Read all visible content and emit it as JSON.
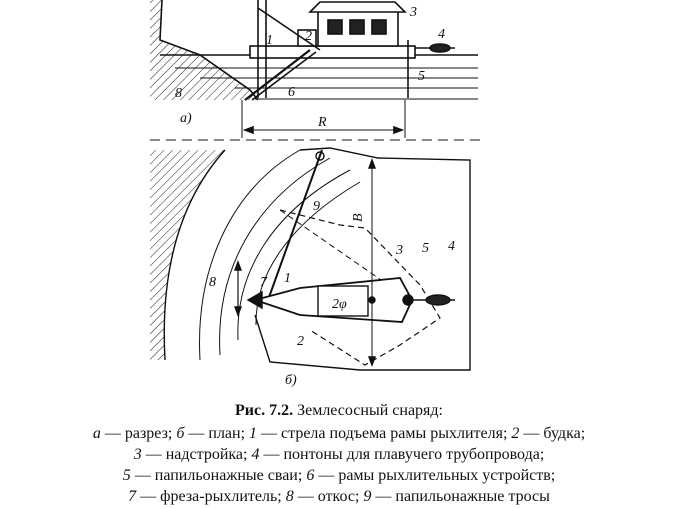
{
  "section_a": {
    "panel_label": "a)",
    "dimension_label": "R",
    "callouts": [
      "1",
      "2",
      "3",
      "4",
      "5",
      "6",
      "8"
    ]
  },
  "section_b": {
    "panel_label": "б)",
    "dimension_label": "B",
    "callouts": [
      "1",
      "2",
      "3",
      "4",
      "5",
      "7",
      "8",
      "9"
    ],
    "angle_label": "2φ"
  },
  "caption": {
    "fig_number": "Рис. 7.2.",
    "title": "Землесосный снаряд:",
    "lines": [
      [
        {
          "key": "а",
          "text": "разрез;"
        },
        {
          "key": "б",
          "text": "план;"
        },
        {
          "key": "1",
          "text": "стрела подъема рамы рыхлителя;"
        },
        {
          "key": "2",
          "text": "будка;"
        }
      ],
      [
        {
          "key": "3",
          "text": "надстройка;"
        },
        {
          "key": "4",
          "text": "понтоны для плавучего трубопровода;"
        }
      ],
      [
        {
          "key": "5",
          "text": "папильонажные сваи;"
        },
        {
          "key": "6",
          "text": "рамы рыхлительных устройств;"
        }
      ],
      [
        {
          "key": "7",
          "text": "фреза-рыхлитель;"
        },
        {
          "key": "8",
          "text": "откос;"
        },
        {
          "key": "9",
          "text": "папильонажные тросы"
        }
      ]
    ],
    "dash": "—"
  }
}
